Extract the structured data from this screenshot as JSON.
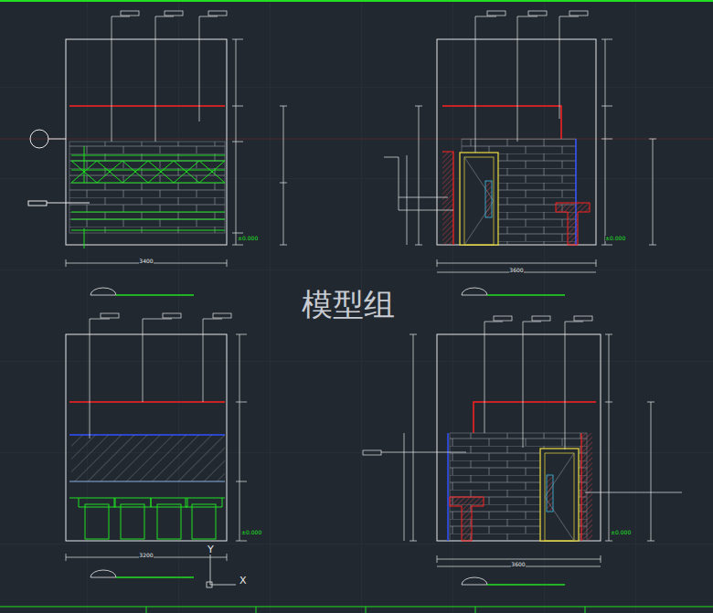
{
  "diagram": {
    "labels": [
      "模型组",
      "3400",
      "3600",
      "3200",
      "3600",
      "±0.000",
      "±0.000",
      "±0.000",
      "±0.000",
      "Y",
      "X"
    ]
  }
}
